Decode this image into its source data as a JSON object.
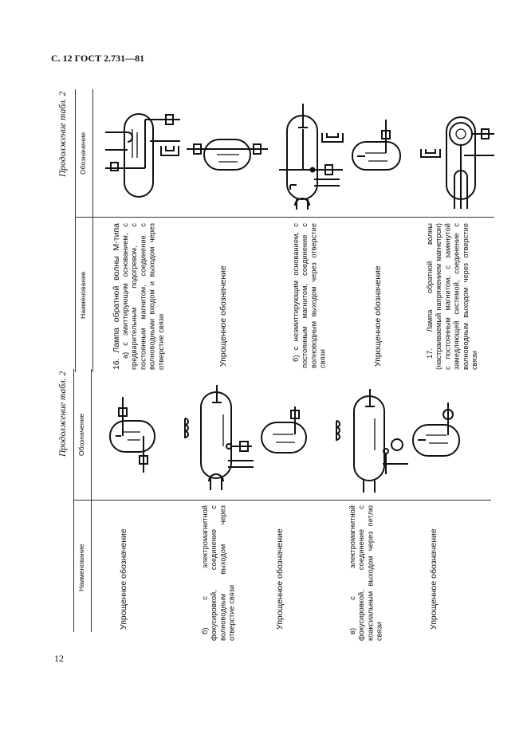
{
  "page_header": "С. 12 ГОСТ 2.731—81",
  "page_number": "12",
  "tables": [
    {
      "continuation": "Продолжение табл. 2",
      "col_name": "Наименование",
      "col_symbol": "Обозначение",
      "rows": [
        {
          "title": "16. Лампа обратной волны М-типа",
          "text": "а) с эмиттирующим основанием, с предварительным подогревом, с постоянным магнитом, соединение с волноводными входом и выходом через отверстие связи"
        },
        {
          "text": "Упрощенное обозначение"
        },
        {
          "text": "б) с неэмиттирующим основанием, с постоянным магнитом, соединение с волноводным выходом через отверстие связи"
        },
        {
          "text": "Упрощенное обозначение"
        },
        {
          "text": "17. Лампа обратной волны (настраиваемый напряжением магнетрон) с постоянным магнитом, с замкнутой замедляющей системой, соединение с волноводным выходом через отверстие связи"
        }
      ]
    },
    {
      "continuation": "Продолжение табл. 2",
      "col_name": "Наименование",
      "col_symbol": "Обозначение",
      "rows": [
        {
          "text": "Упрощенное обозначение"
        },
        {
          "text": "б) с электромагнитной фокусировкой, соединение с волноводным выходом через отверстие связи"
        },
        {
          "text": "Упрощенное обозначение"
        },
        {
          "text": "в) с электромагнитной фокусировкой, соединение с коаксиальным выходом через петлю связи"
        },
        {
          "text": "Упрощенное обозначение"
        }
      ]
    }
  ]
}
